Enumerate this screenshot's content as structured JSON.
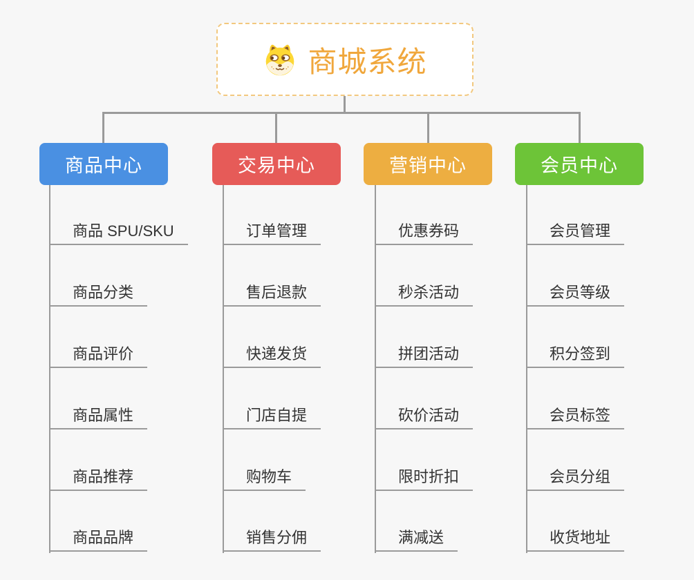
{
  "page": {
    "background": "#f7f7f7",
    "connector_color": "#9a9a9a",
    "item_text_color": "#333333"
  },
  "root": {
    "title": "商城系统",
    "icon": "dog-face-icon",
    "text_color": "#f0a73c",
    "border_color": "#f2c87e",
    "background": "#ffffff"
  },
  "branches": [
    {
      "label": "商品中心",
      "color": "#4a90e2",
      "items": [
        "商品 SPU/SKU",
        "商品分类",
        "商品评价",
        "商品属性",
        "商品推荐",
        "商品品牌"
      ]
    },
    {
      "label": "交易中心",
      "color": "#e65b58",
      "items": [
        "订单管理",
        "售后退款",
        "快递发货",
        "门店自提",
        "购物车",
        "销售分佣"
      ]
    },
    {
      "label": "营销中心",
      "color": "#edae41",
      "items": [
        "优惠券码",
        "秒杀活动",
        "拼团活动",
        "砍价活动",
        "限时折扣",
        "满减送"
      ]
    },
    {
      "label": "会员中心",
      "color": "#6dc438",
      "items": [
        "会员管理",
        "会员等级",
        "积分签到",
        "会员标签",
        "会员分组",
        "收货地址"
      ]
    }
  ]
}
